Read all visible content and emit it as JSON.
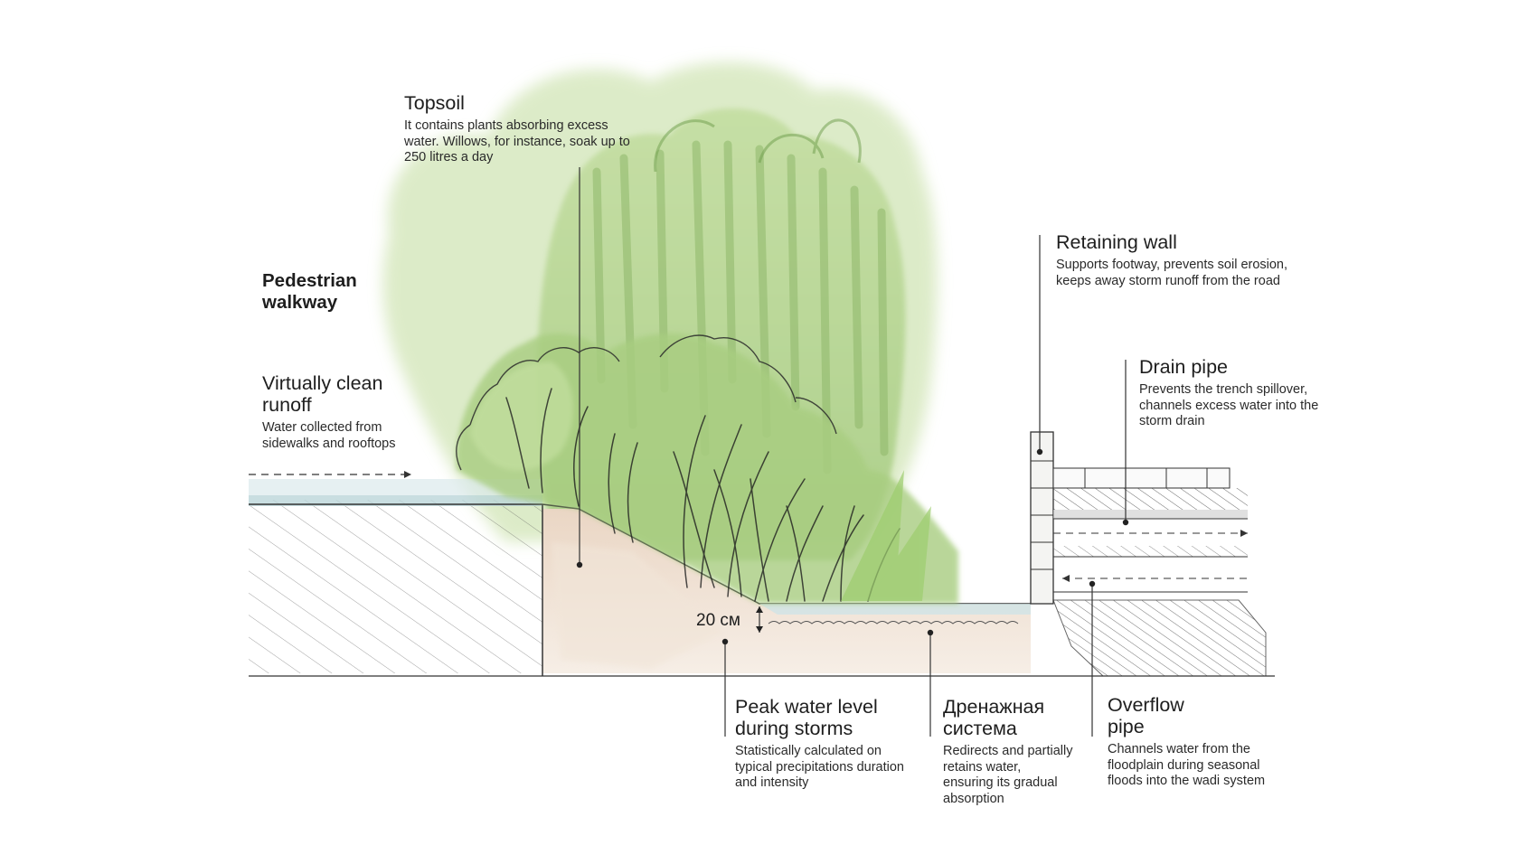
{
  "labels": {
    "topsoil": {
      "title": "Topsoil",
      "text": "It contains plants absorbing excess water. Willows, for instance, soak up to 250 litres a day"
    },
    "walkway": {
      "title": "Pedestrian walkway"
    },
    "runoff": {
      "title": "Virtually clean runoff",
      "text": "Water collected from sidewalks and rooftops"
    },
    "retaining_wall": {
      "title": "Retaining wall",
      "text": "Supports footway, prevents soil erosion, keeps away storm runoff from the road"
    },
    "drain_pipe": {
      "title": "Drain pipe",
      "text": "Prevents the trench spillover, channels excess water into the storm drain"
    },
    "peak_water": {
      "title": "Peak water level during storms",
      "text": "Statistically calculated on typical precipitations duration and intensity"
    },
    "drainage": {
      "title": "Дренажная система",
      "text": "Redirects and partially retains water, ensuring its gradual absorption"
    },
    "overflow": {
      "title": "Overflow pipe",
      "text": "Channels water from the floodplain during seasonal floods into the wadi system"
    }
  },
  "dimension_label": "20 см",
  "colors": {
    "foliage_light": "#c9dfa8",
    "foliage_mid": "#a9cc7e",
    "foliage_dark": "#7faa55",
    "soil": "#ecdccd",
    "water": "#cfe3e6",
    "ink": "#1e1e1e"
  }
}
